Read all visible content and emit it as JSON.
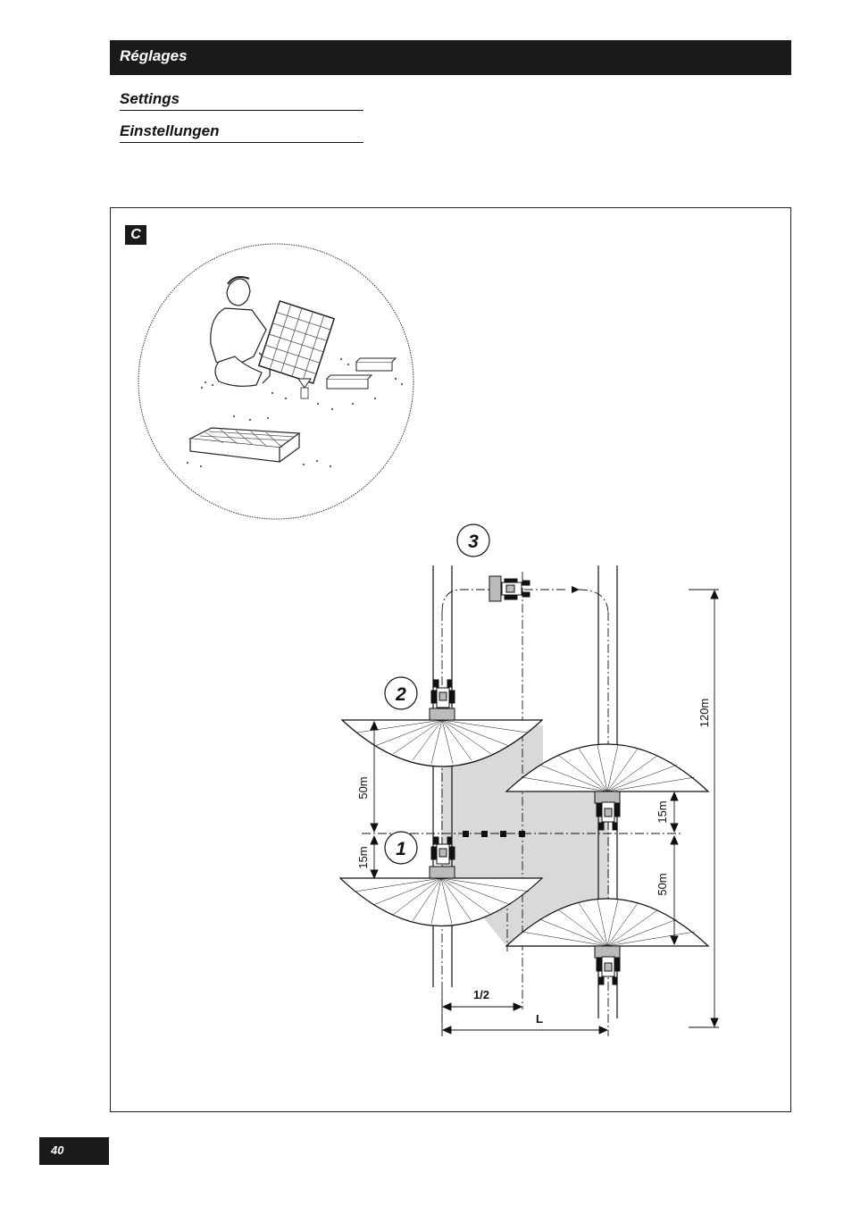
{
  "header": {
    "title": "Réglages"
  },
  "subtitles": [
    "Settings",
    "Einstellungen"
  ],
  "figure": {
    "badge": "C",
    "callouts": [
      "1",
      "2",
      "3"
    ],
    "dimensions": {
      "d120": "120m",
      "d50_left": "50m",
      "d15_left": "15m",
      "d15_right": "15m",
      "d50_right": "50m",
      "half": "1/2",
      "full": "L"
    }
  },
  "page": {
    "number": "40"
  }
}
